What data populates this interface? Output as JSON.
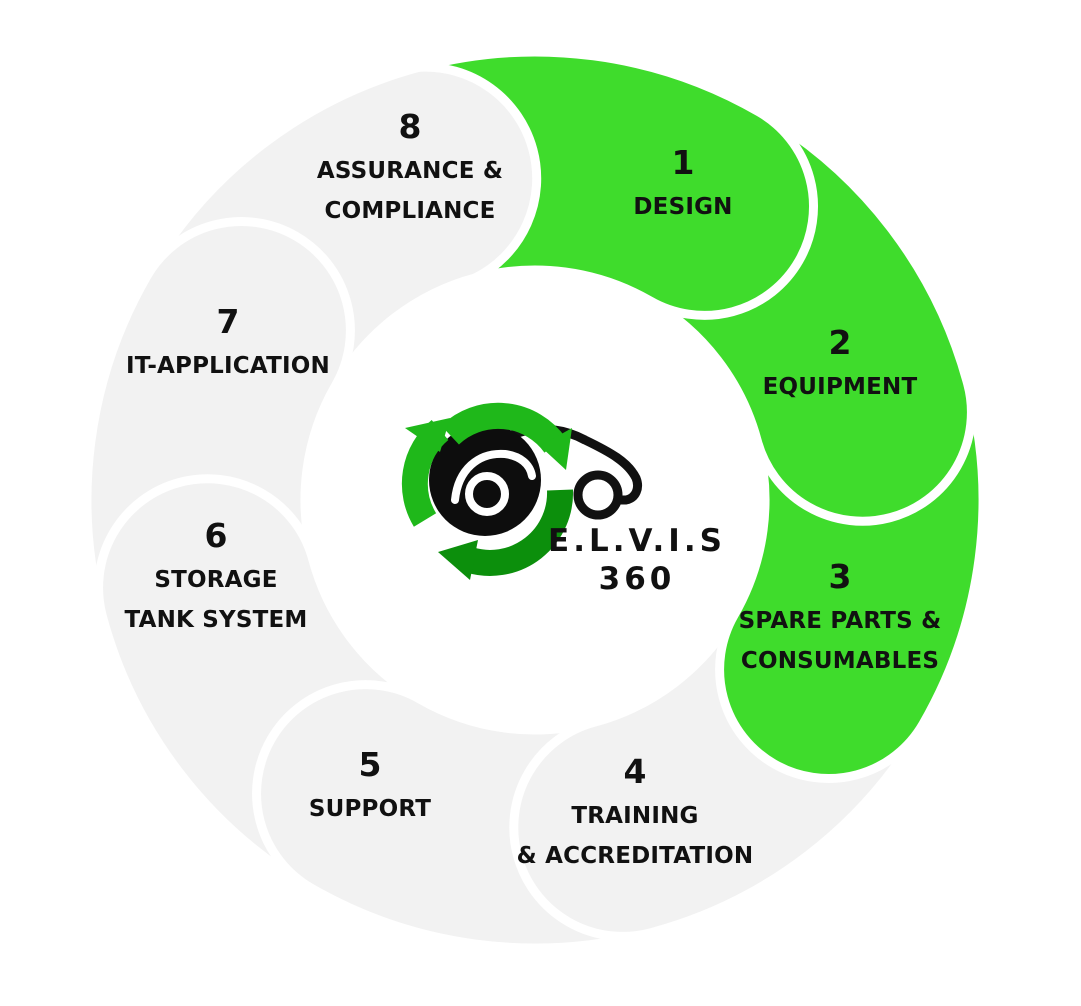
{
  "center": {
    "brand_line1": "E.L.V.I.S",
    "brand_line2": "360",
    "logo_icon": "recycle-car-logo-icon"
  },
  "colors": {
    "active": "#3fdc2c",
    "inactive": "#f2f2f2",
    "logo_green": "#1fb81a",
    "logo_dark_green": "#0c8f0c",
    "text": "#111111"
  },
  "segments": [
    {
      "number": "1",
      "lines": [
        "DESIGN"
      ],
      "active": true
    },
    {
      "number": "2",
      "lines": [
        "EQUIPMENT"
      ],
      "active": true
    },
    {
      "number": "3",
      "lines": [
        "SPARE PARTS &",
        "CONSUMABLES"
      ],
      "active": true
    },
    {
      "number": "4",
      "lines": [
        "TRAINING",
        "& ACCREDITATION"
      ],
      "active": false
    },
    {
      "number": "5",
      "lines": [
        "SUPPORT"
      ],
      "active": false
    },
    {
      "number": "6",
      "lines": [
        "STORAGE",
        "TANK SYSTEM"
      ],
      "active": false
    },
    {
      "number": "7",
      "lines": [
        "IT-APPLICATION"
      ],
      "active": false
    },
    {
      "number": "8",
      "lines": [
        "ASSURANCE &",
        "COMPLIANCE"
      ],
      "active": false
    }
  ]
}
